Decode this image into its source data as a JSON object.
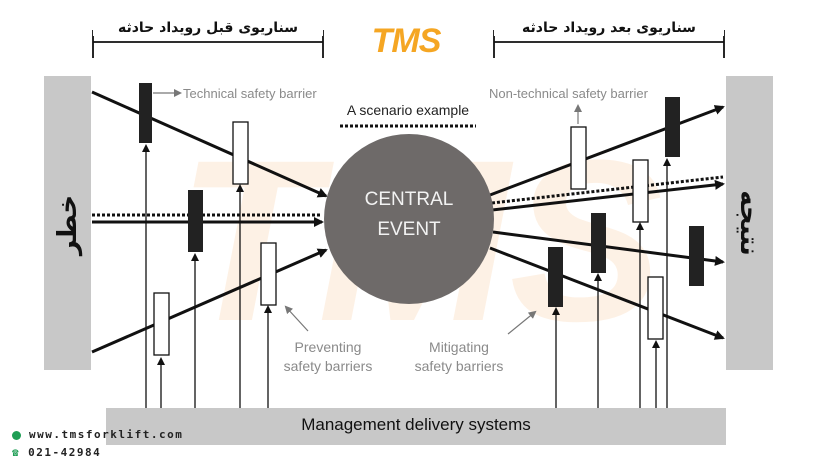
{
  "header": {
    "left_title": "سناریوی قبل رویداد حادثه",
    "right_title": "سناریوی بعد رویداد حادثه",
    "logo_text": "TMS"
  },
  "side_labels": {
    "hazard": "خطر",
    "consequence": "نتیجه"
  },
  "center": {
    "line1": "CENTRAL",
    "line2": "EVENT"
  },
  "labels": {
    "technical_barrier": "Technical safety barrier",
    "non_technical_barrier": "Non-technical safety barrier",
    "scenario_example": "A scenario example",
    "preventing_1": "Preventing",
    "preventing_2": "safety barriers",
    "mitigating_1": "Mitigating",
    "mitigating_2": "safety barriers"
  },
  "bottom_bar": {
    "label": "Management delivery systems"
  },
  "contact": {
    "website": "www.tmsforklift.com",
    "phone": "021-42984"
  },
  "colors": {
    "logo_orange": "#f5a623",
    "watermark_orange": "#fbe3cc",
    "circle_gray": "#6e6a69",
    "panel_gray": "#c8c8c8",
    "dark_barrier": "#222222"
  }
}
